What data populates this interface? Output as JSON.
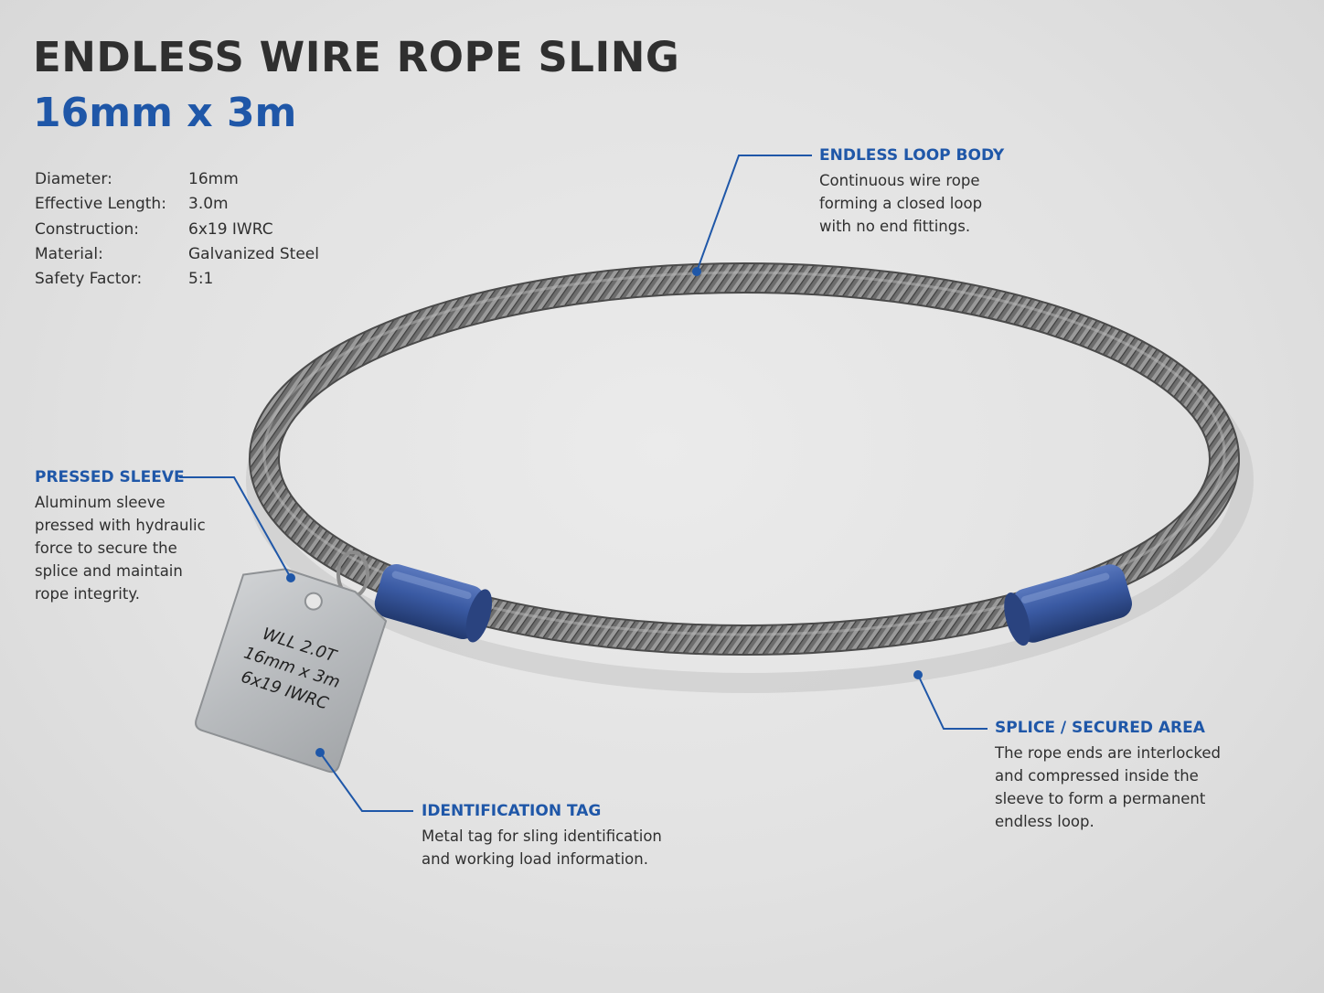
{
  "header": {
    "title": "ENDLESS WIRE ROPE SLING",
    "subtitle": "16mm x 3m"
  },
  "specs": [
    {
      "label": "Diameter:",
      "value": "16mm"
    },
    {
      "label": "Effective Length:",
      "value": "3.0m"
    },
    {
      "label": "Construction:",
      "value": "6x19 IWRC"
    },
    {
      "label": "Material:",
      "value": "Galvanized Steel"
    },
    {
      "label": "Safety Factor:",
      "value": "5:1"
    }
  ],
  "callouts": {
    "loop_body": {
      "title": "ENDLESS LOOP BODY",
      "lines": [
        "Continuous wire rope",
        "forming a closed loop",
        "with no end fittings."
      ]
    },
    "pressed_sleeve": {
      "title": "PRESSED SLEEVE",
      "lines": [
        "Aluminum sleeve",
        "pressed with hydraulic",
        "force to secure the",
        "splice and maintain",
        "rope integrity."
      ]
    },
    "splice": {
      "title": "SPLICE / SECURED AREA",
      "lines": [
        "The rope ends are interlocked",
        "and compressed inside the",
        "sleeve to form a permanent",
        "endless loop."
      ]
    },
    "id_tag": {
      "title": "IDENTIFICATION TAG",
      "lines": [
        "Metal tag for sling identification",
        "and working load information."
      ]
    }
  },
  "tag": {
    "lines": [
      "WLL 2.0T",
      "16mm x 3m",
      "6x19 IWRC"
    ]
  },
  "colors": {
    "accent": "#1f57a8",
    "text": "#2f2f2f",
    "sleeve": "#3a5aa3",
    "rope": "#6f6f6f"
  }
}
